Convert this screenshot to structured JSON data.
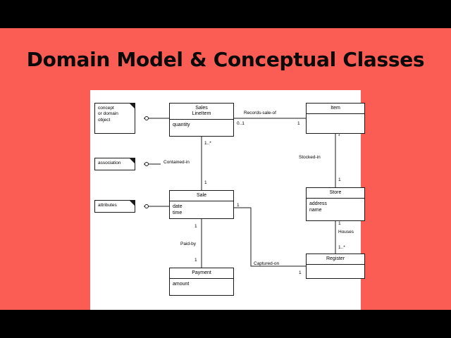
{
  "title": "Domain  Model & Conceptual Classes",
  "colors": {
    "band": "#fb5d54",
    "canvas": "#ffffff",
    "stroke": "#1a1a1a",
    "letterbox": "#000000"
  },
  "diagram": {
    "type": "uml-class-diagram",
    "notes": [
      {
        "id": "note-concept",
        "text": "concept\nor domain\nobject"
      },
      {
        "id": "note-association",
        "text": "association"
      },
      {
        "id": "note-attributes",
        "text": "attributes"
      }
    ],
    "classes": [
      {
        "id": "sales-lineitem",
        "name": "Sales\nLineItem",
        "attributes": [
          "quantity"
        ]
      },
      {
        "id": "item",
        "name": "Item",
        "attributes": []
      },
      {
        "id": "sale",
        "name": "Sale",
        "attributes": [
          "date",
          "time"
        ]
      },
      {
        "id": "store",
        "name": "Store",
        "attributes": [
          "address",
          "name"
        ]
      },
      {
        "id": "register",
        "name": "Register",
        "attributes": []
      },
      {
        "id": "payment",
        "name": "Payment",
        "attributes": [
          "amount"
        ]
      }
    ],
    "associations": [
      {
        "id": "records-sale-of",
        "label": "Records-sale-of",
        "from": "sales-lineitem",
        "to": "item",
        "from_mult": "0..1",
        "to_mult": "1"
      },
      {
        "id": "contained-in",
        "label": "Contained-in",
        "from": "sales-lineitem",
        "to": "sale",
        "from_mult": "1..*",
        "to_mult": "1"
      },
      {
        "id": "stocked-in",
        "label": "Stocked-in",
        "from": "item",
        "to": "store",
        "from_mult": "*",
        "to_mult": "1"
      },
      {
        "id": "houses",
        "label": "Houses",
        "from": "store",
        "to": "register",
        "from_mult": "1",
        "to_mult": "1..*"
      },
      {
        "id": "captured-on",
        "label": "Captured-on",
        "from": "sale",
        "to": "register",
        "from_mult": "1",
        "to_mult": "1"
      },
      {
        "id": "paid-by",
        "label": "Paid-by",
        "from": "sale",
        "to": "payment",
        "from_mult": "1",
        "to_mult": "1"
      }
    ],
    "multiplicity_labels": {
      "m_0_1": "0..1",
      "m_1_item": "1",
      "m_1star_lineitem": "1..*",
      "m_1_sale_top": "1",
      "m_star_item": "*",
      "m_1_store": "1",
      "m_1_store_bottom": "1",
      "m_1star_register": "1..*",
      "m_1_sale_left": "1",
      "m_1_sale_right": "1",
      "m_1_payment": "1",
      "m_1_register": "1"
    }
  }
}
